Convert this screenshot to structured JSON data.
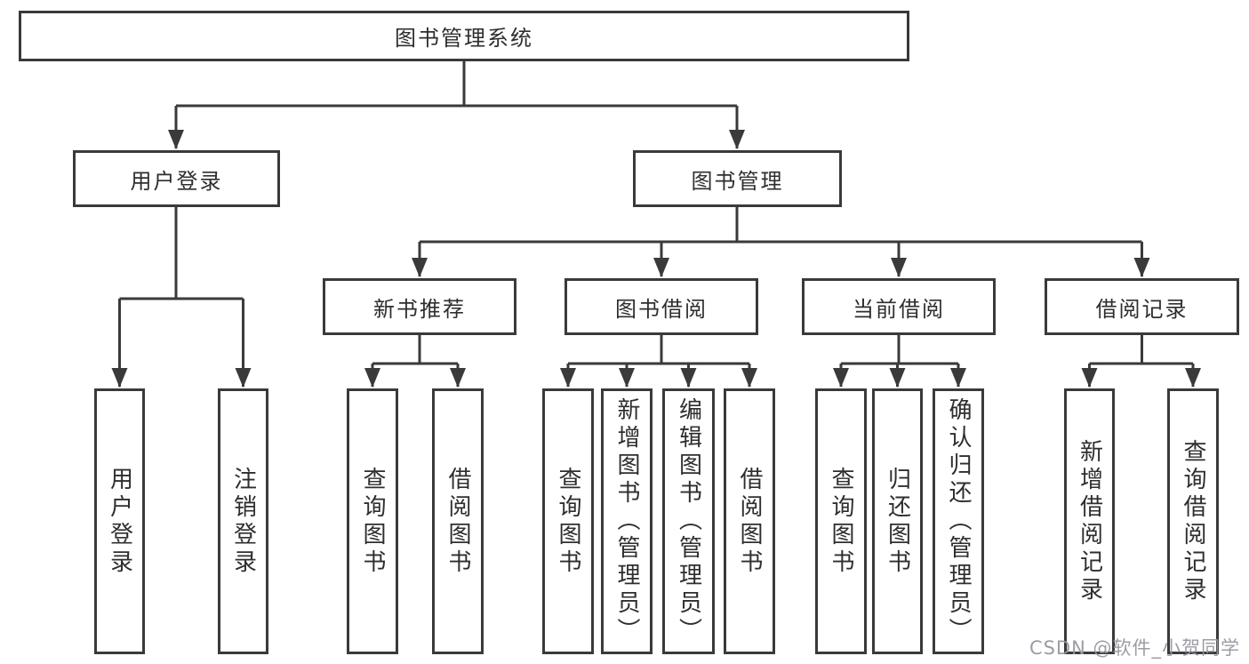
{
  "tree": {
    "root": "图书管理系统",
    "children": [
      {
        "label": "用户登录",
        "children": [
          "用户登录",
          "注销登录"
        ]
      },
      {
        "label": "图书管理",
        "children": [
          {
            "label": "新书推荐",
            "children": [
              "查询图书",
              "借阅图书"
            ]
          },
          {
            "label": "图书借阅",
            "children": [
              "查询图书",
              "新增图书（管理员）",
              "编辑图书（管理员）",
              "借阅图书"
            ]
          },
          {
            "label": "当前借阅",
            "children": [
              "查询图书",
              "归还图书",
              "确认归还（管理员）"
            ]
          },
          {
            "label": "借阅记录",
            "children": [
              "新增借阅记录",
              "查询借阅记录"
            ]
          }
        ]
      }
    ]
  },
  "watermark": "CSDN @软件_小贺同学",
  "colors": {
    "line": "#3a3a3a",
    "text": "#2e2e2e",
    "background": "#ffffff",
    "watermark": "#9797a0"
  }
}
